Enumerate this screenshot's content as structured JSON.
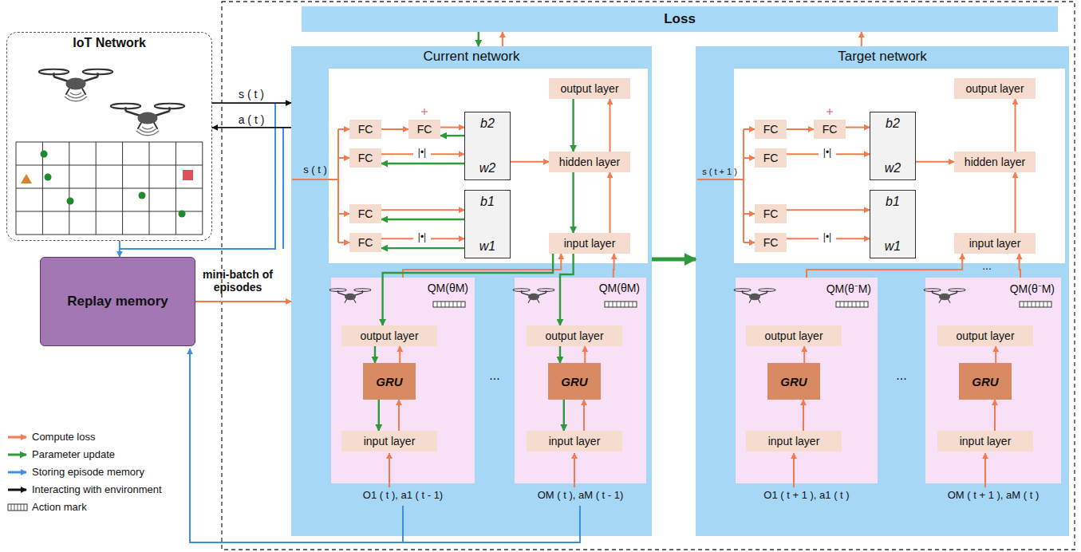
{
  "diagram": {
    "nodes": [
      {
        "text": [
          "IoT Network"
        ]
      },
      {
        "text": [
          "Replay memory"
        ]
      },
      {
        "text": [
          "Loss"
        ]
      },
      {
        "text": [
          "Current network"
        ]
      },
      {
        "text": [
          "FC"
        ],
        "in": 3
      },
      {
        "text": [
          "FC"
        ],
        "in": 3
      },
      {
        "text": [
          "FC"
        ],
        "in": 3
      },
      {
        "text": [
          "FC"
        ],
        "in": 3
      },
      {
        "text": [
          "FC"
        ],
        "in": 3
      },
      {
        "text": [
          "b2",
          "w2"
        ],
        "in": 3
      },
      {
        "text": [
          "b1",
          "w1"
        ],
        "in": 3
      },
      {
        "text": [
          "output layer"
        ],
        "in": 3
      },
      {
        "text": [
          "hidden layer"
        ],
        "in": 3
      },
      {
        "text": [
          "input layer"
        ],
        "in": 3
      },
      {
        "text": [
          "QM(θM)"
        ],
        "in": 3
      },
      {
        "text": [
          "output layer"
        ],
        "in": 14
      },
      {
        "text": [
          "GRU"
        ],
        "in": 14
      },
      {
        "text": [
          "input layer"
        ],
        "in": 14
      },
      {
        "text": [
          "QM(θM)"
        ],
        "in": 3
      },
      {
        "text": [
          "output layer"
        ],
        "in": 18
      },
      {
        "text": [
          "GRU"
        ],
        "in": 18
      },
      {
        "text": [
          "input layer"
        ],
        "in": 18
      },
      {
        "text": [
          "Target network"
        ]
      },
      {
        "text": [
          "FC"
        ],
        "in": 22
      },
      {
        "text": [
          "FC"
        ],
        "in": 22
      },
      {
        "text": [
          "FC"
        ],
        "in": 22
      },
      {
        "text": [
          "FC"
        ],
        "in": 22
      },
      {
        "text": [
          "FC"
        ],
        "in": 22
      },
      {
        "text": [
          "b2",
          "w2"
        ],
        "in": 22
      },
      {
        "text": [
          "b1",
          "w1"
        ],
        "in": 22
      },
      {
        "text": [
          "output layer"
        ],
        "in": 22
      },
      {
        "text": [
          "hidden layer"
        ],
        "in": 22
      },
      {
        "text": [
          "input layer"
        ],
        "in": 22
      },
      {
        "text": [
          "QM(θ⁻M)"
        ],
        "in": 22
      },
      {
        "text": [
          "output layer"
        ],
        "in": 33
      },
      {
        "text": [
          "GRU"
        ],
        "in": 33
      },
      {
        "text": [
          "input layer"
        ],
        "in": 33
      },
      {
        "text": [
          "QM(θ⁻M)"
        ],
        "in": 22
      },
      {
        "text": [
          "output layer"
        ],
        "in": 37
      },
      {
        "text": [
          "GRU"
        ],
        "in": 37
      },
      {
        "text": [
          "input layer"
        ],
        "in": 37
      }
    ],
    "edges": [
      {
        "from": 0,
        "to": 3,
        "arrow": "to",
        "label": "s ( t )"
      },
      {
        "from": 3,
        "to": 0,
        "arrow": "to",
        "label": "a ( t )"
      },
      {
        "from": 0,
        "to": 1,
        "arrow": "to"
      },
      {
        "from": 1,
        "to": 3,
        "arrow": "to",
        "label": "mini-batch of episodes"
      },
      {
        "from": 3,
        "to": 22,
        "arrow": "to"
      },
      {
        "from": 2,
        "to": 3,
        "arrow": "to"
      },
      {
        "from": 3,
        "to": 2,
        "arrow": "to"
      },
      {
        "from": 22,
        "to": 2,
        "arrow": "to"
      },
      {
        "from": 4,
        "to": 5,
        "arrow": "to"
      },
      {
        "from": 5,
        "to": 9,
        "arrow": "to"
      },
      {
        "from": 9,
        "to": 5,
        "arrow": "to"
      },
      {
        "from": 6,
        "to": 9,
        "arrow": "to"
      },
      {
        "from": 9,
        "to": 6,
        "arrow": "to"
      },
      {
        "from": 7,
        "to": 10,
        "arrow": "to"
      },
      {
        "from": 10,
        "to": 7,
        "arrow": "to"
      },
      {
        "from": 8,
        "to": 10,
        "arrow": "to"
      },
      {
        "from": 10,
        "to": 8,
        "arrow": "to"
      },
      {
        "from": 9,
        "to": 12,
        "arrow": "to"
      },
      {
        "from": 13,
        "to": 12,
        "arrow": "to"
      },
      {
        "from": 12,
        "to": 11,
        "arrow": "to"
      },
      {
        "from": 11,
        "to": 12,
        "arrow": "to"
      },
      {
        "from": 12,
        "to": 13,
        "arrow": "to"
      },
      {
        "from": 14,
        "to": 13,
        "arrow": "to"
      },
      {
        "from": 18,
        "to": 13,
        "arrow": "to"
      },
      {
        "from": 13,
        "to": 15,
        "arrow": "to"
      },
      {
        "from": 13,
        "to": 19,
        "arrow": "to"
      },
      {
        "from": 17,
        "to": 16,
        "arrow": "to"
      },
      {
        "from": 16,
        "to": 15,
        "arrow": "to"
      },
      {
        "from": 15,
        "to": 16,
        "arrow": "to"
      },
      {
        "from": 16,
        "to": 17,
        "arrow": "to"
      },
      {
        "from": 21,
        "to": 20,
        "arrow": "to"
      },
      {
        "from": 20,
        "to": 19,
        "arrow": "to"
      },
      {
        "from": 19,
        "to": 20,
        "arrow": "to"
      },
      {
        "from": 20,
        "to": 21,
        "arrow": "to"
      },
      {
        "from": 23,
        "to": 24,
        "arrow": "to"
      },
      {
        "from": 24,
        "to": 28,
        "arrow": "to"
      },
      {
        "from": 25,
        "to": 28,
        "arrow": "to"
      },
      {
        "from": 26,
        "to": 29,
        "arrow": "to"
      },
      {
        "from": 27,
        "to": 29,
        "arrow": "to"
      },
      {
        "from": 28,
        "to": 31,
        "arrow": "to"
      },
      {
        "from": 32,
        "to": 31,
        "arrow": "to"
      },
      {
        "from": 31,
        "to": 30,
        "arrow": "to"
      },
      {
        "from": 33,
        "to": 32,
        "arrow": "to"
      },
      {
        "from": 37,
        "to": 32,
        "arrow": "to"
      },
      {
        "from": 36,
        "to": 35,
        "arrow": "to"
      },
      {
        "from": 35,
        "to": 34,
        "arrow": "to"
      },
      {
        "from": 40,
        "to": 39,
        "arrow": "to"
      },
      {
        "from": 39,
        "to": 38,
        "arrow": "to"
      }
    ],
    "labels": [
      "s ( t )",
      "|•|",
      "|•|",
      "...",
      "O1 ( t ), a1 ( t - 1)",
      "OM ( t ), aM ( t - 1)",
      "s ( t + 1 )",
      "|•|",
      "|•|",
      "...",
      "...",
      "O1 ( t + 1 ), a1 ( t )",
      "OM ( t + 1 ), aM ( t )"
    ],
    "legend": [
      {
        "text": "Compute loss"
      },
      {
        "text": "Parameter update"
      },
      {
        "text": "Storing episode memory"
      },
      {
        "text": "Interacting with environment"
      },
      {
        "text": "Action mark"
      }
    ]
  }
}
